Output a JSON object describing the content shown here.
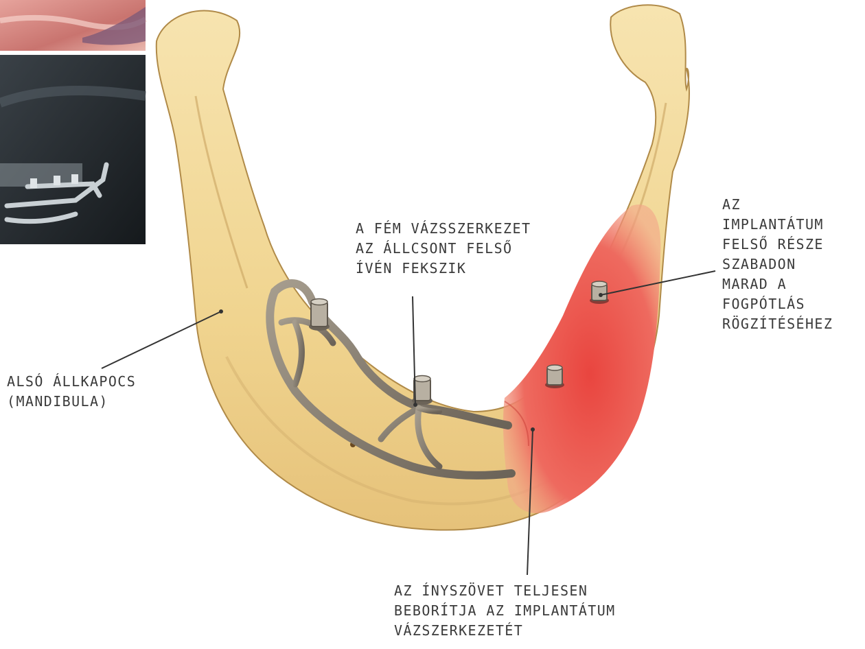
{
  "labels": {
    "mandible": [
      "ALSÓ ÁLLKAPOCS",
      "(MANDIBULA)"
    ],
    "framework": [
      "A FÉM VÁZSSZERKEZET",
      "AZ ÁLLCSONT FELSŐ",
      "ÍVÉN FEKSZIK"
    ],
    "abutment": [
      "AZ",
      "IMPLANTÁTUM",
      "FELSŐ RÉSZE",
      "SZABADON",
      "MARAD A",
      "FOGPÓTLÁS",
      "RÖGZÍTÉSÉHEZ"
    ],
    "gum": [
      "AZ ÍNYSZÖVET TELJESEN",
      "BEBORÍTJA AZ IMPLANTÁTUM",
      "VÁZSZERKEZETÉT"
    ]
  },
  "colors": {
    "bone": "#f2d99a",
    "bone_edge": "#b08a48",
    "gum": "#ec5a52",
    "metal": "#8a8276",
    "text": "#3a3a3a",
    "leader": "#333333"
  }
}
